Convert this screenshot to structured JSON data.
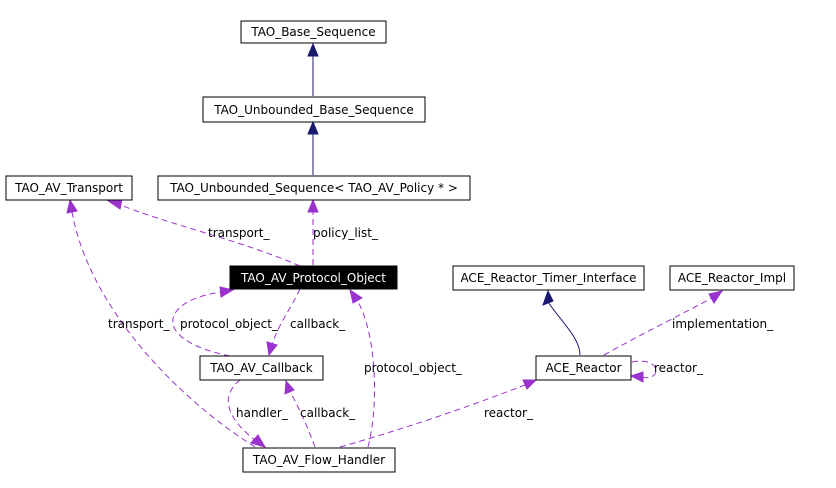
{
  "nodes": {
    "tao_base_sequence": "TAO_Base_Sequence",
    "tao_unbounded_base_sequence": "TAO_Unbounded_Base_Sequence",
    "tao_unbounded_sequence_policy": "TAO_Unbounded_Sequence< TAO_AV_Policy * >",
    "tao_av_transport": "TAO_AV_Transport",
    "tao_av_protocol_object": "TAO_AV_Protocol_Object",
    "tao_av_callback": "TAO_AV_Callback",
    "tao_av_flow_handler": "TAO_AV_Flow_Handler",
    "ace_reactor_timer_interface": "ACE_Reactor_Timer_Interface",
    "ace_reactor_impl": "ACE_Reactor_Impl",
    "ace_reactor": "ACE_Reactor"
  },
  "edge_labels": {
    "transport_top": "transport_",
    "policy_list": "policy_list_",
    "transport_left": "transport_",
    "protocol_object_left": "protocol_object_",
    "callback_top": "callback_",
    "protocol_object_right": "protocol_object_",
    "handler": "handler_",
    "callback_bottom": "callback_",
    "reactor": "reactor_",
    "implementation": "implementation_",
    "reactor_self": "reactor_"
  },
  "colors": {
    "inheritance": "#191970",
    "usage": "#9a32cd",
    "focus_fill": "#000000",
    "focus_text": "#ffffff"
  }
}
